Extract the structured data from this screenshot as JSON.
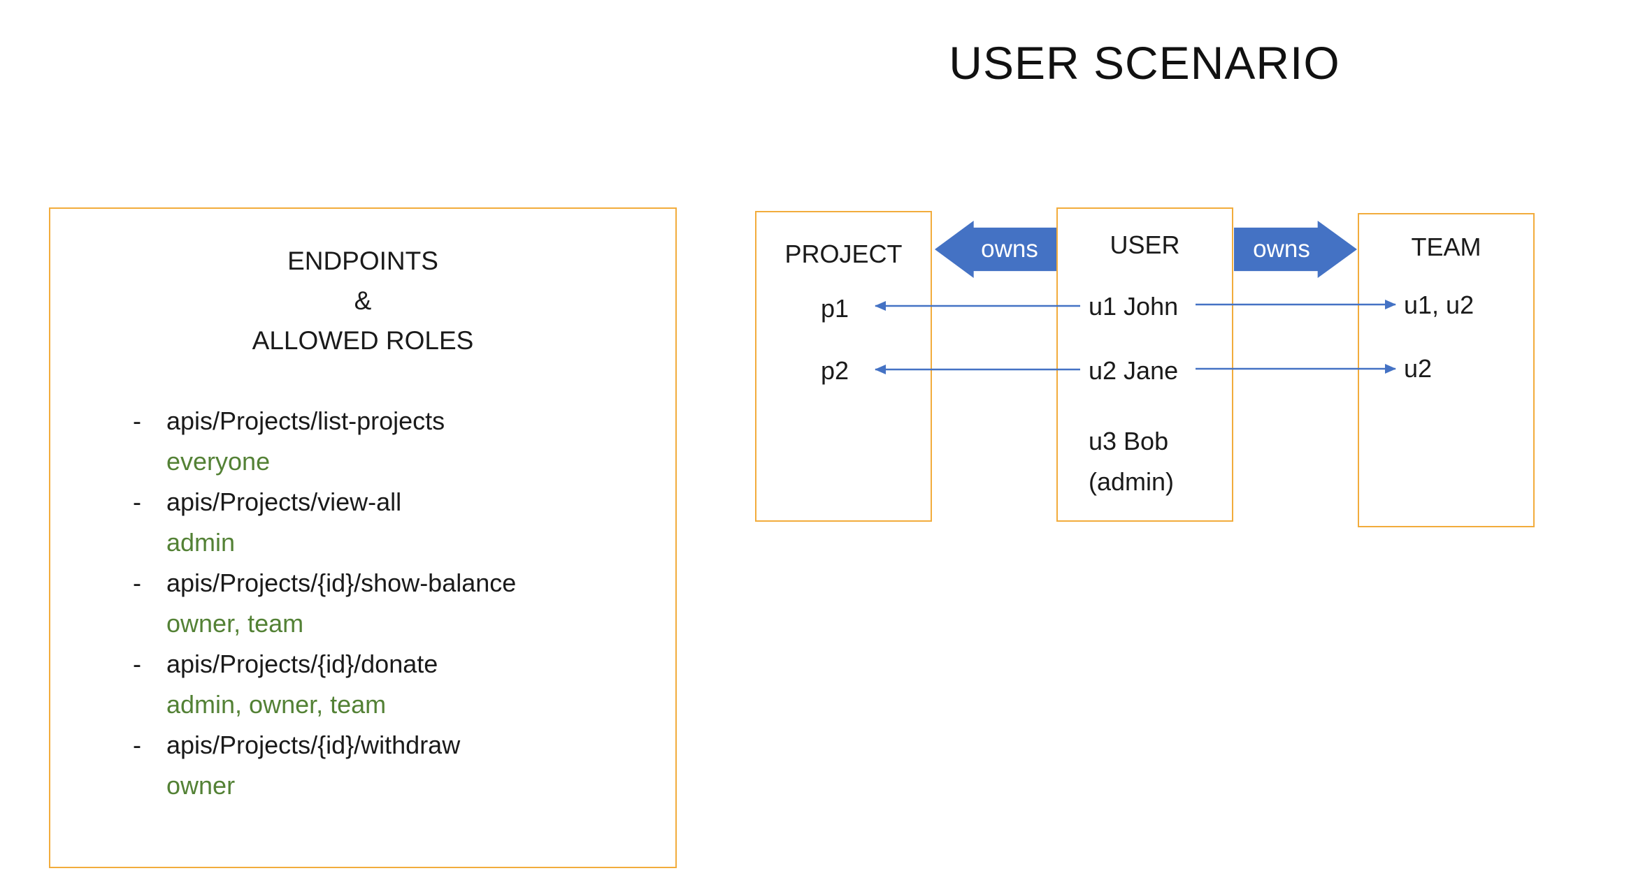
{
  "title": "USER SCENARIO",
  "endpoints_panel": {
    "heading": [
      "ENDPOINTS",
      "&",
      "ALLOWED ROLES"
    ],
    "bullet": "-",
    "items": [
      {
        "path": "apis/Projects/list-projects",
        "roles": "everyone"
      },
      {
        "path": "apis/Projects/view-all",
        "roles": "admin"
      },
      {
        "path": "apis/Projects/{id}/show-balance",
        "roles": "owner, team"
      },
      {
        "path": "apis/Projects/{id}/donate",
        "roles": "admin, owner, team"
      },
      {
        "path": "apis/Projects/{id}/withdraw",
        "roles": "owner"
      }
    ]
  },
  "project_box": {
    "heading": "PROJECT",
    "items": [
      "p1",
      "p2"
    ]
  },
  "user_box": {
    "heading": "USER",
    "items": [
      "u1 John",
      "u2 Jane",
      "u3 Bob",
      "(admin)"
    ]
  },
  "team_box": {
    "heading": "TEAM",
    "items": [
      "u1, u2",
      "u2"
    ]
  },
  "owns_arrows": {
    "left_label": "owns",
    "right_label": "owns"
  },
  "connections": [
    {
      "from": "u1 John",
      "to": "p1",
      "relation": "owns"
    },
    {
      "from": "u2 Jane",
      "to": "p2",
      "relation": "owns"
    },
    {
      "from": "u1 John",
      "to": "u1, u2",
      "relation": "owns"
    },
    {
      "from": "u2 Jane",
      "to": "u2",
      "relation": "owns"
    }
  ],
  "colors": {
    "box_border": "#F2AC3C",
    "arrow_blue": "#4472C4",
    "roles_green": "#538135",
    "text": "#1a1a1a"
  }
}
